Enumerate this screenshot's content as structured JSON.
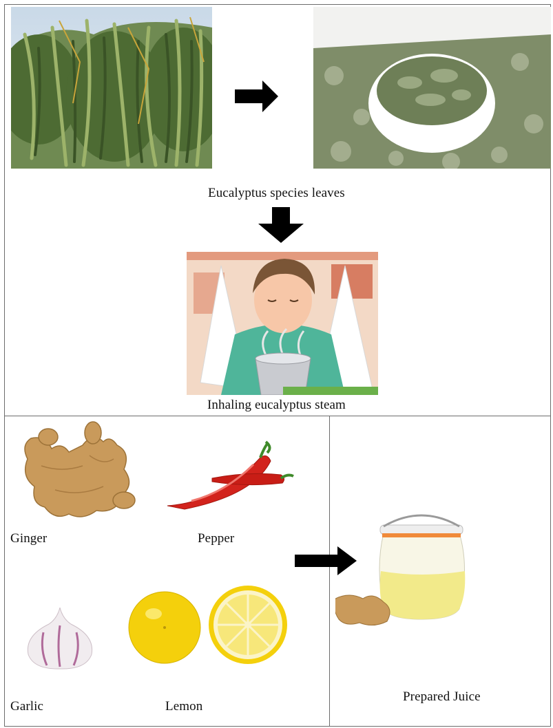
{
  "labels": {
    "eucalyptus_leaves": "Eucalyptus species leaves",
    "steam": "Inhaling eucalyptus steam",
    "ginger": "Ginger",
    "pepper": "Pepper",
    "garlic": "Garlic",
    "lemon": "Lemon",
    "juice": "Prepared Juice"
  },
  "icons": {
    "arrow": "arrow-icon",
    "tree": "eucalyptus-tree-icon",
    "dried_leaves": "dried-leaves-bowl-icon",
    "steam": "steam-inhalation-icon",
    "ginger": "ginger-root-icon",
    "pepper": "chili-pepper-icon",
    "garlic": "garlic-bulb-icon",
    "lemon": "lemon-icon",
    "juice": "juice-jar-icon"
  },
  "colors": {
    "border": "#6b6b6b",
    "arrow": "#000000",
    "leaf_green": "#5c7a3a",
    "ginger": "#c99a5b",
    "pepper_red": "#d2231c",
    "lemon_yellow": "#f4d00c",
    "juice_yellow": "#f2ea8a"
  }
}
